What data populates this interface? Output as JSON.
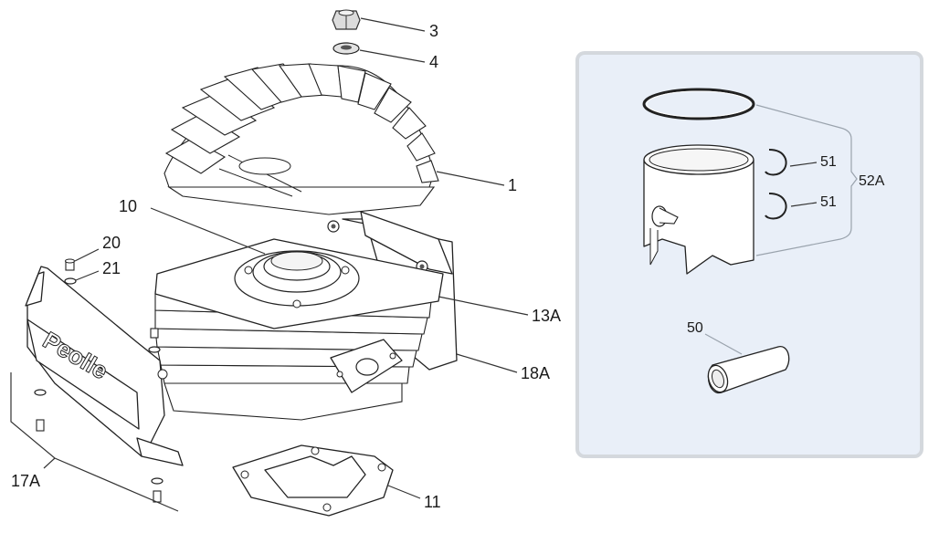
{
  "labels": {
    "nut": "3",
    "washer": "4",
    "cylinder_head": "1",
    "head_gasket_ring": "10",
    "screw_20": "20",
    "washer_21": "21",
    "cylinder": "13A",
    "cylinder_assembly": "18A",
    "cover_assembly": "17A",
    "base_gasket": "11",
    "piston_ring_clip_upper": "51",
    "piston_ring_clip_lower": "51",
    "piston_kit": "52A",
    "piston_pin": "50"
  },
  "colors": {
    "inset_background": "#e9eff8",
    "inset_border": "#d4d8dd",
    "line": "#222222"
  }
}
